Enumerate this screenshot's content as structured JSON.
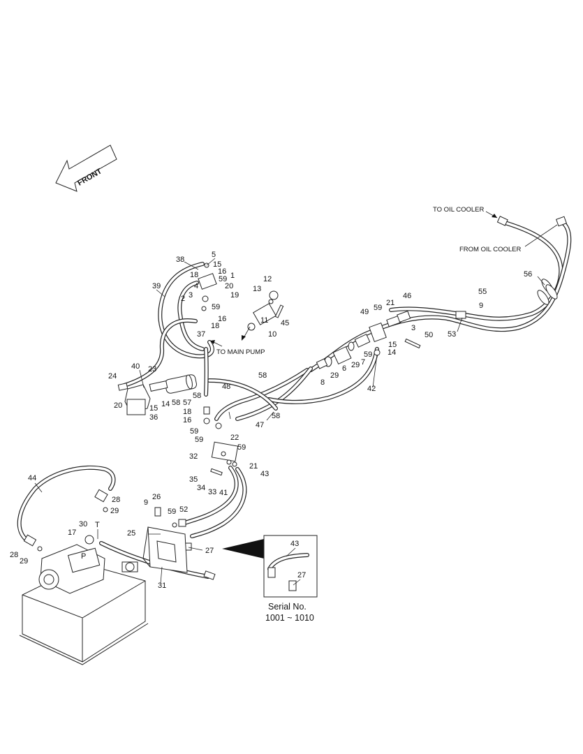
{
  "front_arrow": {
    "label": "FRONT"
  },
  "notes": {
    "to_oil_cooler": "TO OIL COOLER",
    "from_oil_cooler": "FROM OIL COOLER",
    "to_main_pump": "TO MAIN PUMP"
  },
  "port_marks": {
    "t": "T",
    "p": "P"
  },
  "callouts": [
    "5",
    "38",
    "15",
    "18",
    "16",
    "1",
    "59",
    "4",
    "20",
    "3",
    "19",
    "2",
    "59",
    "39",
    "16",
    "18",
    "37",
    "10",
    "11",
    "12",
    "13",
    "45",
    "40",
    "23",
    "24",
    "20",
    "15",
    "14",
    "58",
    "57",
    "58",
    "36",
    "18",
    "16",
    "59",
    "59",
    "22",
    "32",
    "35",
    "34",
    "33",
    "41",
    "21",
    "59",
    "43",
    "44",
    "28",
    "29",
    "28",
    "29",
    "30",
    "17",
    "26",
    "9",
    "59",
    "52",
    "25",
    "27",
    "31",
    "49",
    "59",
    "21",
    "46",
    "55",
    "9",
    "53",
    "56",
    "3",
    "50",
    "15",
    "14",
    "59",
    "29",
    "7",
    "6",
    "29",
    "8",
    "42",
    "48",
    "58",
    "47",
    "58"
  ],
  "inset": {
    "callouts": [
      "43",
      "27"
    ],
    "serial_label": "Serial No.",
    "serial_range": "1001 ~ 1010"
  }
}
